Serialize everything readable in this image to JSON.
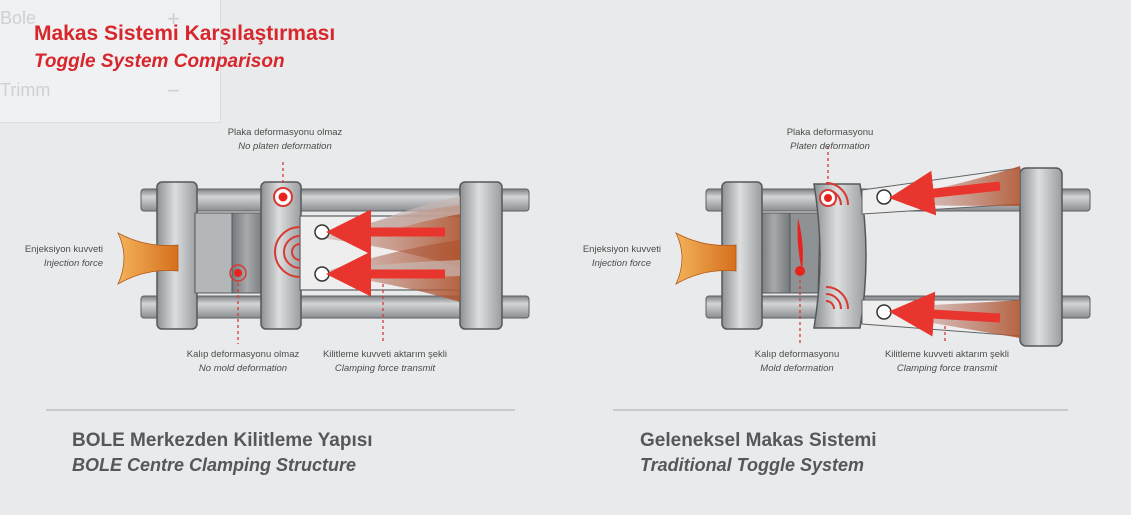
{
  "background_ui": {
    "row1_label": "Bole",
    "row1_symbol": "+",
    "row2_label": "Trimm",
    "row2_symbol": "−"
  },
  "header": {
    "title_tr": "Makas Sistemi Karşılaştırması",
    "title_en": "Toggle System Comparison"
  },
  "left_diagram": {
    "top_tr": "Plaka deformasyonu olmaz",
    "top_en": "No platen deformation",
    "inj_tr": "Enjeksiyon kuvveti",
    "inj_en": "Injection force",
    "mold_tr": "Kalıp deformasyonu olmaz",
    "mold_en": "No mold deformation",
    "clamp_tr": "Kilitleme kuvveti aktarım şekli",
    "clamp_en": "Clamping force transmit",
    "caption_tr": "BOLE Merkezden Kilitleme Yapısı",
    "caption_en": "BOLE Centre Clamping Structure"
  },
  "right_diagram": {
    "top_tr": "Plaka deformasyonu",
    "top_en": "Platen deformation",
    "inj_tr": "Enjeksiyon kuvveti",
    "inj_en": "Injection force",
    "mold_tr": "Kalıp deformasyonu",
    "mold_en": "Mold deformation",
    "clamp_tr": "Kilitleme kuvveti aktarım şekli",
    "clamp_en": "Clamping force transmit",
    "caption_tr": "Geleneksel Makas Sistemi",
    "caption_en": "Traditional Toggle System"
  },
  "colors": {
    "accent_red": "#d7262c",
    "arrow_red": "#e03a30",
    "arrow_orange": "#e88a2c",
    "metal": "#a9acaf",
    "text": "#4c4c4c"
  }
}
